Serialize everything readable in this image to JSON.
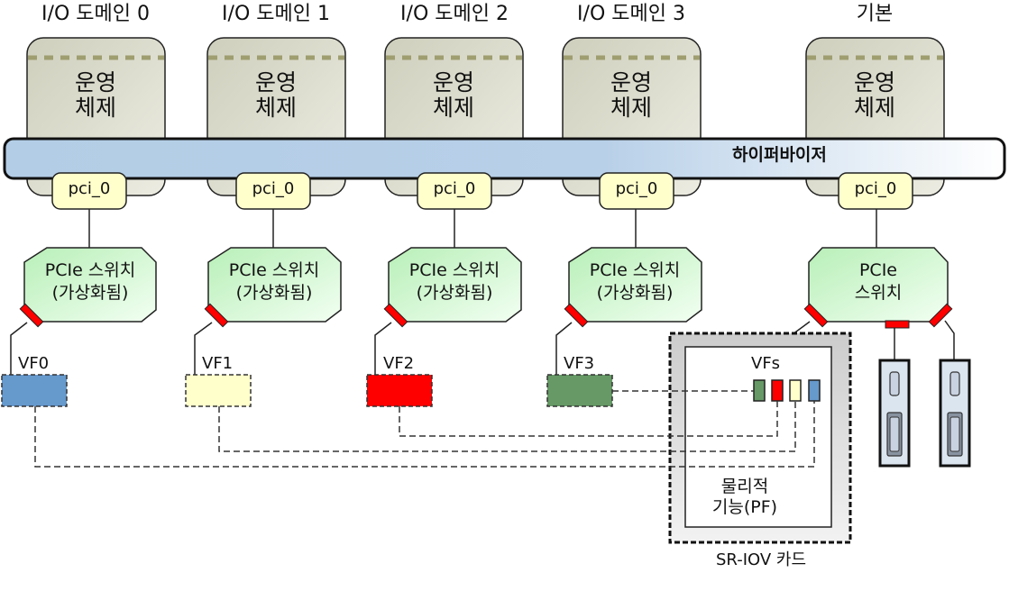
{
  "diagram": {
    "domains": [
      {
        "title": "I/O 도메인 0",
        "os_label_line1": "운영",
        "os_label_line2": "체제",
        "pci": "pci_0"
      },
      {
        "title": "I/O 도메인 1",
        "os_label_line1": "운영",
        "os_label_line2": "체제",
        "pci": "pci_0"
      },
      {
        "title": "I/O 도메인 2",
        "os_label_line1": "운영",
        "os_label_line2": "체제",
        "pci": "pci_0"
      },
      {
        "title": "I/O 도메인 3",
        "os_label_line1": "운영",
        "os_label_line2": "체제",
        "pci": "pci_0"
      },
      {
        "title": "기본",
        "os_label_line1": "운영",
        "os_label_line2": "체제",
        "pci": "pci_0"
      }
    ],
    "hypervisor_label": "하이퍼바이저",
    "virtual_switches": [
      {
        "line1": "PCIe 스위치",
        "line2": "(가상화됨)"
      },
      {
        "line1": "PCIe 스위치",
        "line2": "(가상화됨)"
      },
      {
        "line1": "PCIe 스위치",
        "line2": "(가상화됨)"
      },
      {
        "line1": "PCIe 스위치",
        "line2": "(가상화됨)"
      }
    ],
    "primary_switch": {
      "line1": "PCIe",
      "line2": "스위치"
    },
    "virtual_functions": [
      {
        "label": "VF0",
        "color": "#6699cc"
      },
      {
        "label": "VF1",
        "color": "#ffffcc"
      },
      {
        "label": "VF2",
        "color": "#ff0000"
      },
      {
        "label": "VF3",
        "color": "#669966"
      }
    ],
    "sriov_card": {
      "vfs_label": "VFs",
      "pf_line1": "물리적",
      "pf_line2": "기능(PF)",
      "card_label": "SR-IOV 카드"
    },
    "colors": {
      "os_box": "#d8d8c8",
      "os_dash": "#9e9e70",
      "hypervisor": "#b3cde6",
      "pci_box": "#ffffcc",
      "switch": "#ccf5cc",
      "port": "#ff0000",
      "io_card": "#dbe5f0"
    }
  }
}
